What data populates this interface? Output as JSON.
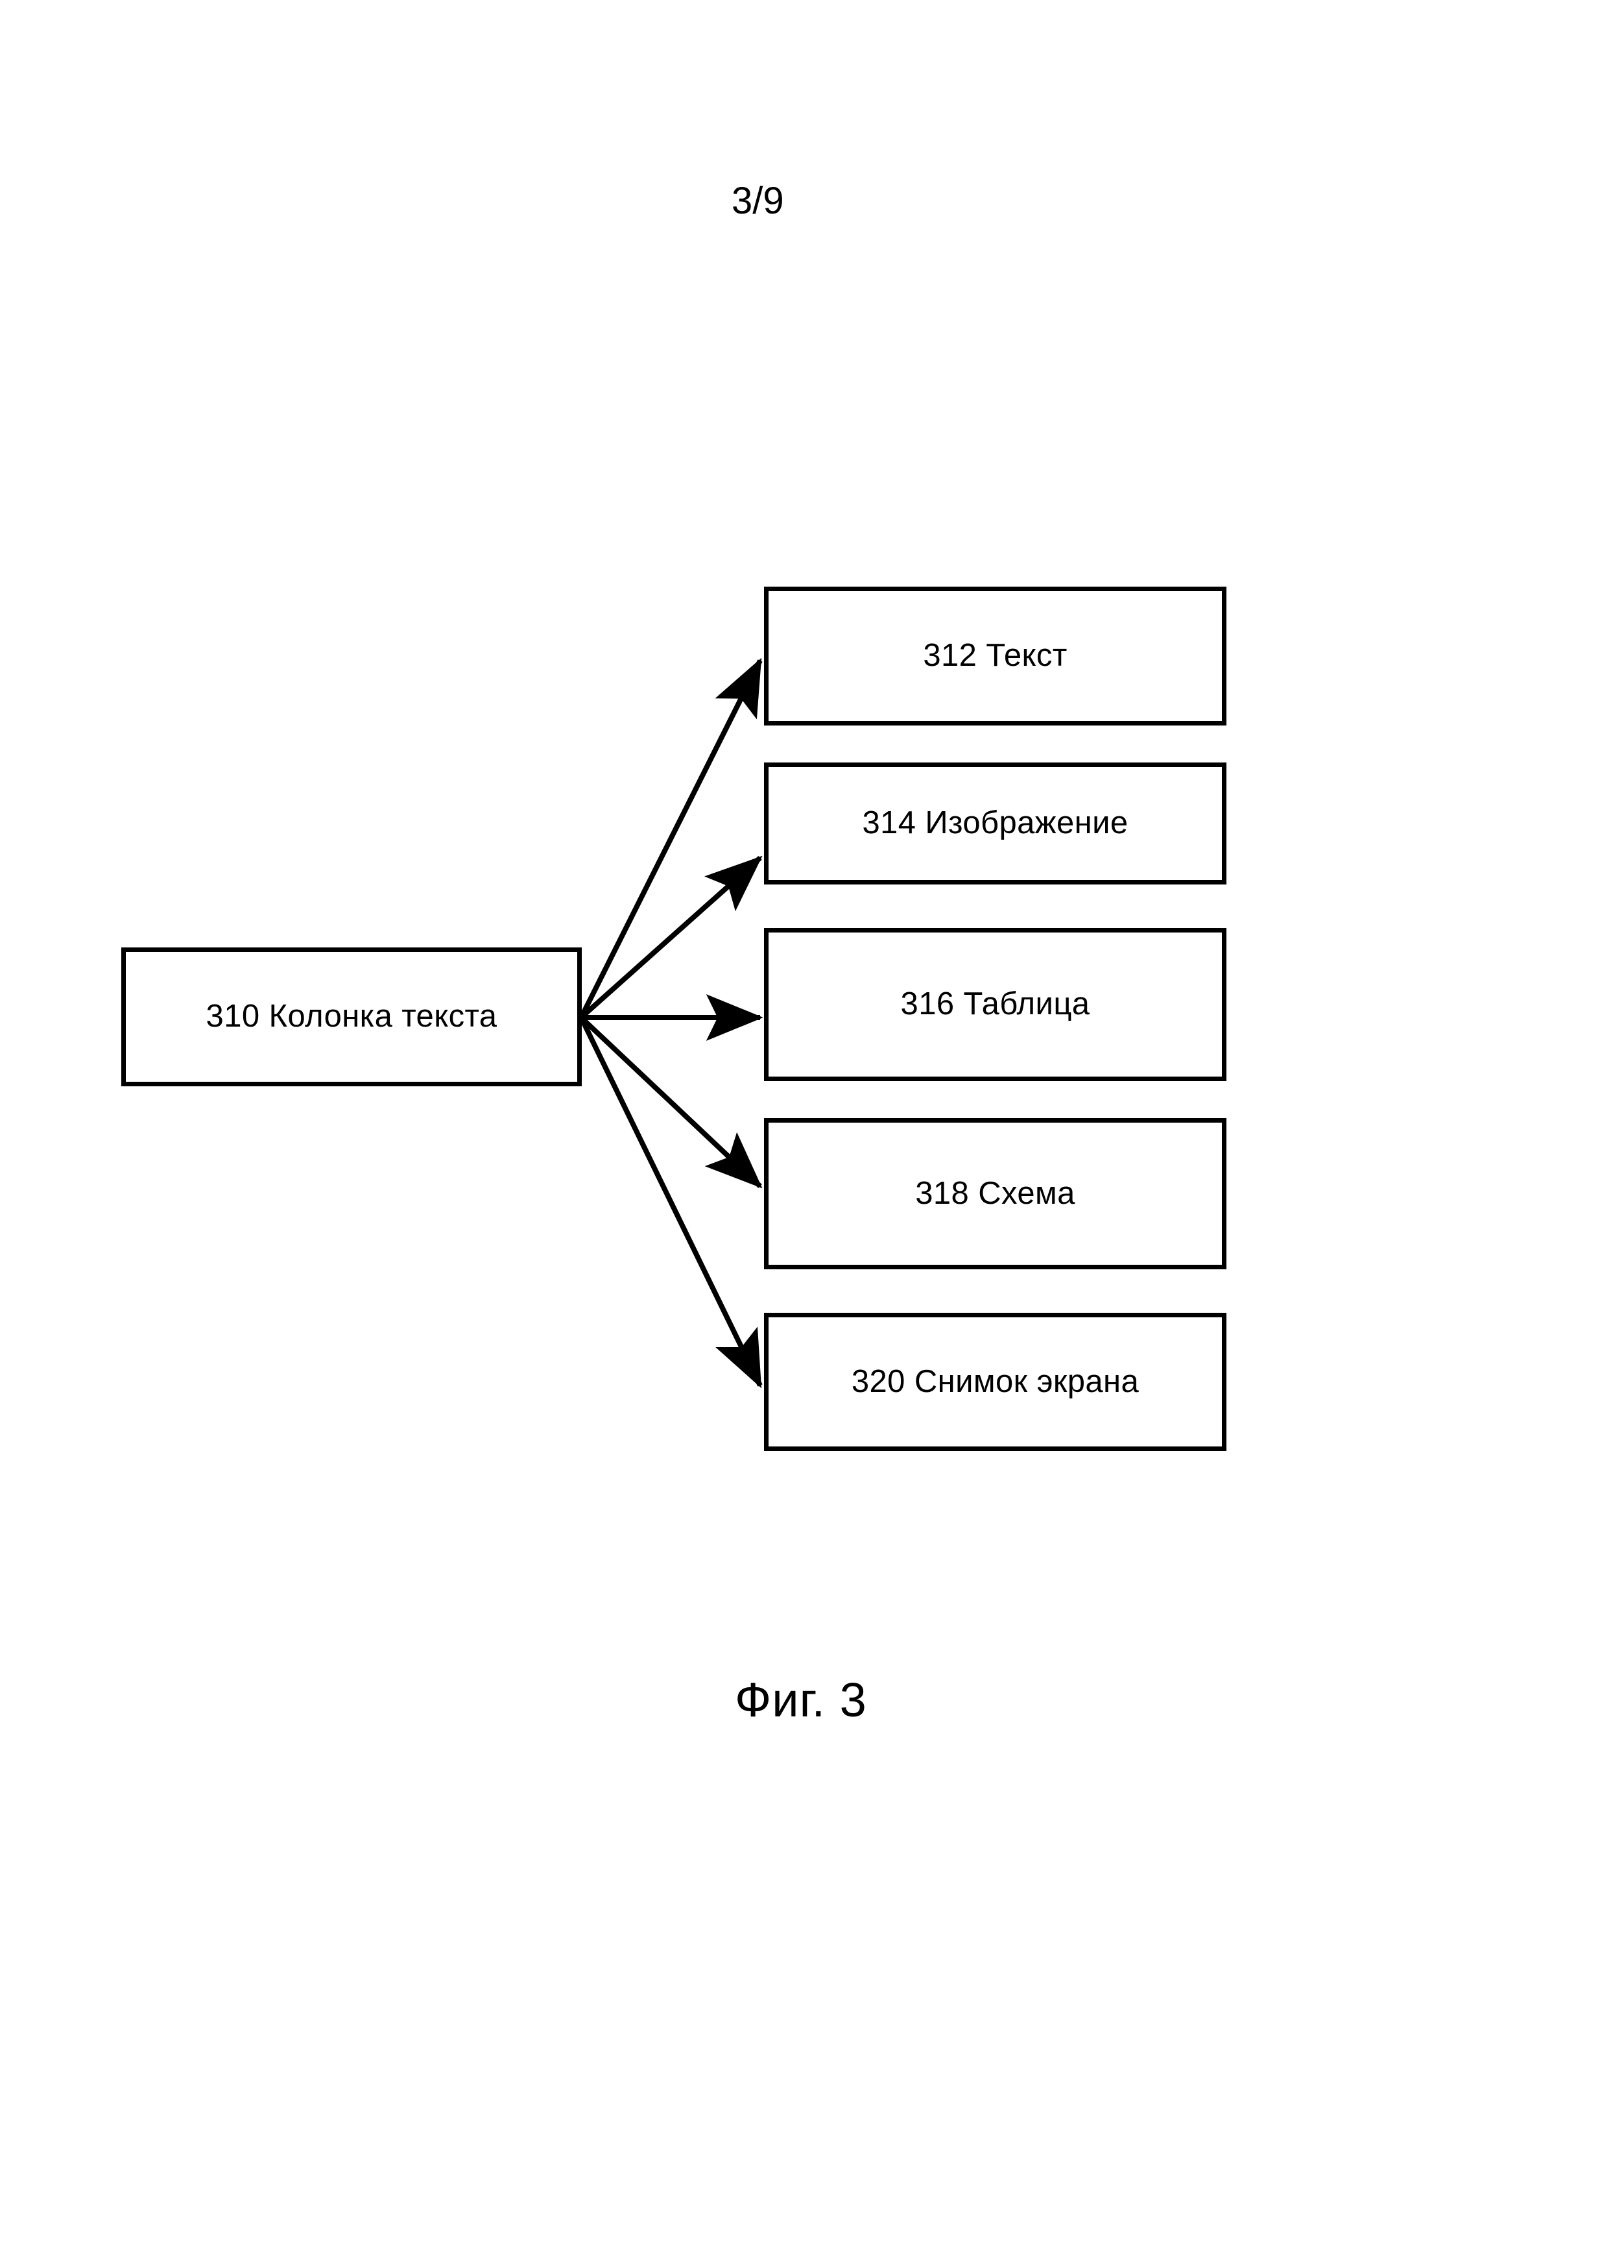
{
  "page": {
    "number_label": "3/9",
    "figure_caption": "Фиг. 3",
    "background_color": "#ffffff",
    "line_color": "#000000"
  },
  "diagram": {
    "type": "node-link",
    "orientation": "left-to-right fan-out",
    "source_node": {
      "id": "310",
      "label": "310 Колонка текста",
      "name": "text-column-node"
    },
    "target_nodes": [
      {
        "id": "312",
        "label": "312 Текст",
        "name": "text-node"
      },
      {
        "id": "314",
        "label": "314 Изображение",
        "name": "image-node"
      },
      {
        "id": "316",
        "label": "316 Таблица",
        "name": "table-node"
      },
      {
        "id": "318",
        "label": "318 Схема",
        "name": "diagram-node"
      },
      {
        "id": "320",
        "label": "320 Снимок экрана",
        "name": "screenshot-node"
      }
    ],
    "edges": [
      {
        "from": "310",
        "to": "312",
        "arrow": "single-headed"
      },
      {
        "from": "310",
        "to": "314",
        "arrow": "single-headed"
      },
      {
        "from": "310",
        "to": "316",
        "arrow": "single-headed"
      },
      {
        "from": "310",
        "to": "318",
        "arrow": "single-headed"
      },
      {
        "from": "310",
        "to": "320",
        "arrow": "single-headed"
      }
    ]
  }
}
